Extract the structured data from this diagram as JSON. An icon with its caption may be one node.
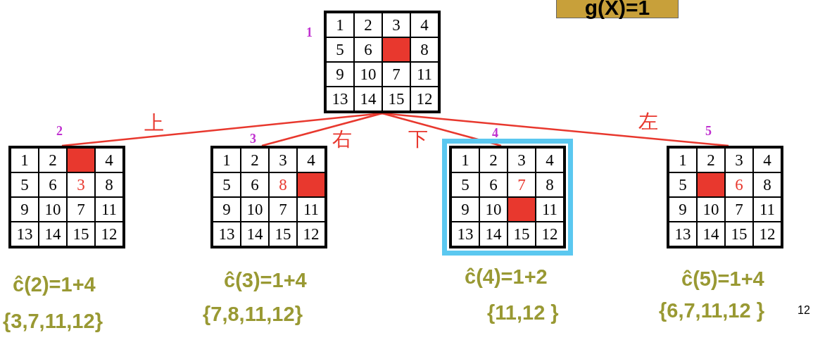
{
  "diagram": {
    "nodes": [
      {
        "text": [],
        "shape": "box",
        "beside": [
          "1"
        ]
      },
      {
        "text": [
          "1"
        ],
        "in": 0
      },
      {
        "text": [
          "2"
        ],
        "in": 0
      },
      {
        "text": [
          "3"
        ],
        "in": 0
      },
      {
        "text": [
          "4"
        ],
        "in": 0
      },
      {
        "text": [
          "5"
        ],
        "in": 0
      },
      {
        "text": [
          "6"
        ],
        "in": 0
      },
      {
        "text": [],
        "shape": "box",
        "in": 0
      },
      {
        "text": [
          "8"
        ],
        "in": 0
      },
      {
        "text": [
          "9"
        ],
        "in": 0
      },
      {
        "text": [
          "10"
        ],
        "in": 0
      },
      {
        "text": [
          "7"
        ],
        "in": 0
      },
      {
        "text": [
          "11"
        ],
        "in": 0
      },
      {
        "text": [
          "13"
        ],
        "in": 0
      },
      {
        "text": [
          "14"
        ],
        "in": 0
      },
      {
        "text": [
          "15"
        ],
        "in": 0
      },
      {
        "text": [
          "12"
        ],
        "in": 0
      },
      {
        "text": [],
        "shape": "box",
        "beside": [
          "2",
          "ĉ(2)=1+4",
          "{3,7,11,12}"
        ]
      },
      {
        "text": [
          "1"
        ],
        "in": 17
      },
      {
        "text": [
          "2"
        ],
        "in": 17
      },
      {
        "text": [],
        "shape": "box",
        "in": 17
      },
      {
        "text": [
          "4"
        ],
        "in": 17
      },
      {
        "text": [
          "5"
        ],
        "in": 17
      },
      {
        "text": [
          "6"
        ],
        "in": 17
      },
      {
        "text": [
          "3"
        ],
        "in": 17
      },
      {
        "text": [
          "8"
        ],
        "in": 17
      },
      {
        "text": [
          "9"
        ],
        "in": 17
      },
      {
        "text": [
          "10"
        ],
        "in": 17
      },
      {
        "text": [
          "7"
        ],
        "in": 17
      },
      {
        "text": [
          "11"
        ],
        "in": 17
      },
      {
        "text": [
          "13"
        ],
        "in": 17
      },
      {
        "text": [
          "14"
        ],
        "in": 17
      },
      {
        "text": [
          "15"
        ],
        "in": 17
      },
      {
        "text": [
          "12"
        ],
        "in": 17
      },
      {
        "text": [],
        "shape": "box",
        "beside": [
          "3",
          "ĉ(3)=1+4",
          "{7,8,11,12}"
        ]
      },
      {
        "text": [
          "1"
        ],
        "in": 34
      },
      {
        "text": [
          "2"
        ],
        "in": 34
      },
      {
        "text": [
          "3"
        ],
        "in": 34
      },
      {
        "text": [
          "4"
        ],
        "in": 34
      },
      {
        "text": [
          "5"
        ],
        "in": 34
      },
      {
        "text": [
          "6"
        ],
        "in": 34
      },
      {
        "text": [
          "8"
        ],
        "in": 34
      },
      {
        "text": [],
        "shape": "box",
        "in": 34
      },
      {
        "text": [
          "9"
        ],
        "in": 34
      },
      {
        "text": [
          "10"
        ],
        "in": 34
      },
      {
        "text": [
          "7"
        ],
        "in": 34
      },
      {
        "text": [
          "11"
        ],
        "in": 34
      },
      {
        "text": [
          "13"
        ],
        "in": 34
      },
      {
        "text": [
          "14"
        ],
        "in": 34
      },
      {
        "text": [
          "15"
        ],
        "in": 34
      },
      {
        "text": [
          "12"
        ],
        "in": 34
      },
      {
        "text": [],
        "shape": "box",
        "beside": [
          "4",
          "ĉ(4)=1+2",
          "{11,12 }"
        ]
      },
      {
        "text": [
          "1"
        ],
        "in": 51
      },
      {
        "text": [
          "2"
        ],
        "in": 51
      },
      {
        "text": [
          "3"
        ],
        "in": 51
      },
      {
        "text": [
          "4"
        ],
        "in": 51
      },
      {
        "text": [
          "5"
        ],
        "in": 51
      },
      {
        "text": [
          "6"
        ],
        "in": 51
      },
      {
        "text": [
          "7"
        ],
        "in": 51
      },
      {
        "text": [
          "8"
        ],
        "in": 51
      },
      {
        "text": [
          "9"
        ],
        "in": 51
      },
      {
        "text": [
          "10"
        ],
        "in": 51
      },
      {
        "text": [],
        "shape": "box",
        "in": 51
      },
      {
        "text": [
          "11"
        ],
        "in": 51
      },
      {
        "text": [
          "13"
        ],
        "in": 51
      },
      {
        "text": [
          "14"
        ],
        "in": 51
      },
      {
        "text": [
          "15"
        ],
        "in": 51
      },
      {
        "text": [
          "12"
        ],
        "in": 51
      },
      {
        "text": [],
        "shape": "box",
        "beside": [
          "5",
          "ĉ(5)=1+4",
          "{6,7,11,12 }"
        ]
      },
      {
        "text": [
          "1"
        ],
        "in": 68
      },
      {
        "text": [
          "2"
        ],
        "in": 68
      },
      {
        "text": [
          "3"
        ],
        "in": 68
      },
      {
        "text": [
          "4"
        ],
        "in": 68
      },
      {
        "text": [
          "5"
        ],
        "in": 68
      },
      {
        "text": [],
        "shape": "box",
        "in": 68
      },
      {
        "text": [
          "6"
        ],
        "in": 68
      },
      {
        "text": [
          "8"
        ],
        "in": 68
      },
      {
        "text": [
          "9"
        ],
        "in": 68
      },
      {
        "text": [
          "10"
        ],
        "in": 68
      },
      {
        "text": [
          "7"
        ],
        "in": 68
      },
      {
        "text": [
          "11"
        ],
        "in": 68
      },
      {
        "text": [
          "13"
        ],
        "in": 68
      },
      {
        "text": [
          "14"
        ],
        "in": 68
      },
      {
        "text": [
          "15"
        ],
        "in": 68
      },
      {
        "text": [
          "12"
        ],
        "in": 68
      }
    ],
    "edges": [
      {
        "from": 0,
        "to": 17,
        "arrow": "none",
        "label": "上"
      },
      {
        "from": 0,
        "to": 34,
        "arrow": "none",
        "label": "右"
      },
      {
        "from": 0,
        "to": 51,
        "arrow": "none",
        "label": "下"
      },
      {
        "from": 0,
        "to": 68,
        "arrow": "none",
        "label": "左"
      }
    ],
    "labels": [
      "g(X)=1",
      "12"
    ]
  }
}
